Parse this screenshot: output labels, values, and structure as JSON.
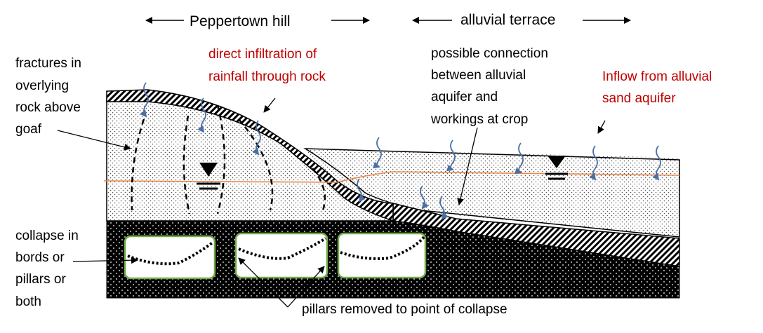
{
  "headers": {
    "left": "Peppertown hill",
    "right": "alluvial terrace"
  },
  "labels": {
    "fractures": [
      "fractures in",
      "overlying",
      "rock above",
      "goaf"
    ],
    "infiltration": [
      "direct infiltration of",
      "rainfall through rock"
    ],
    "connection": [
      "possible connection",
      "between alluvial",
      "aquifer and",
      "workings at crop"
    ],
    "inflow": [
      "Inflow from alluvial",
      "sand aquifer"
    ],
    "collapse": [
      "collapse in",
      "bords or",
      "pillars or",
      "both"
    ],
    "pillars": "pillars removed to point of collapse"
  },
  "colors": {
    "red_text": "#c00000",
    "arrow_blue": "#4a6fa5",
    "water_table": "#e8894a",
    "pillar_border": "#70ad47",
    "coal": "#000000"
  },
  "icons": {
    "water_level": "inverted-triangle-water-level-icon",
    "rain": "wavy-arrow-rain-icon"
  }
}
